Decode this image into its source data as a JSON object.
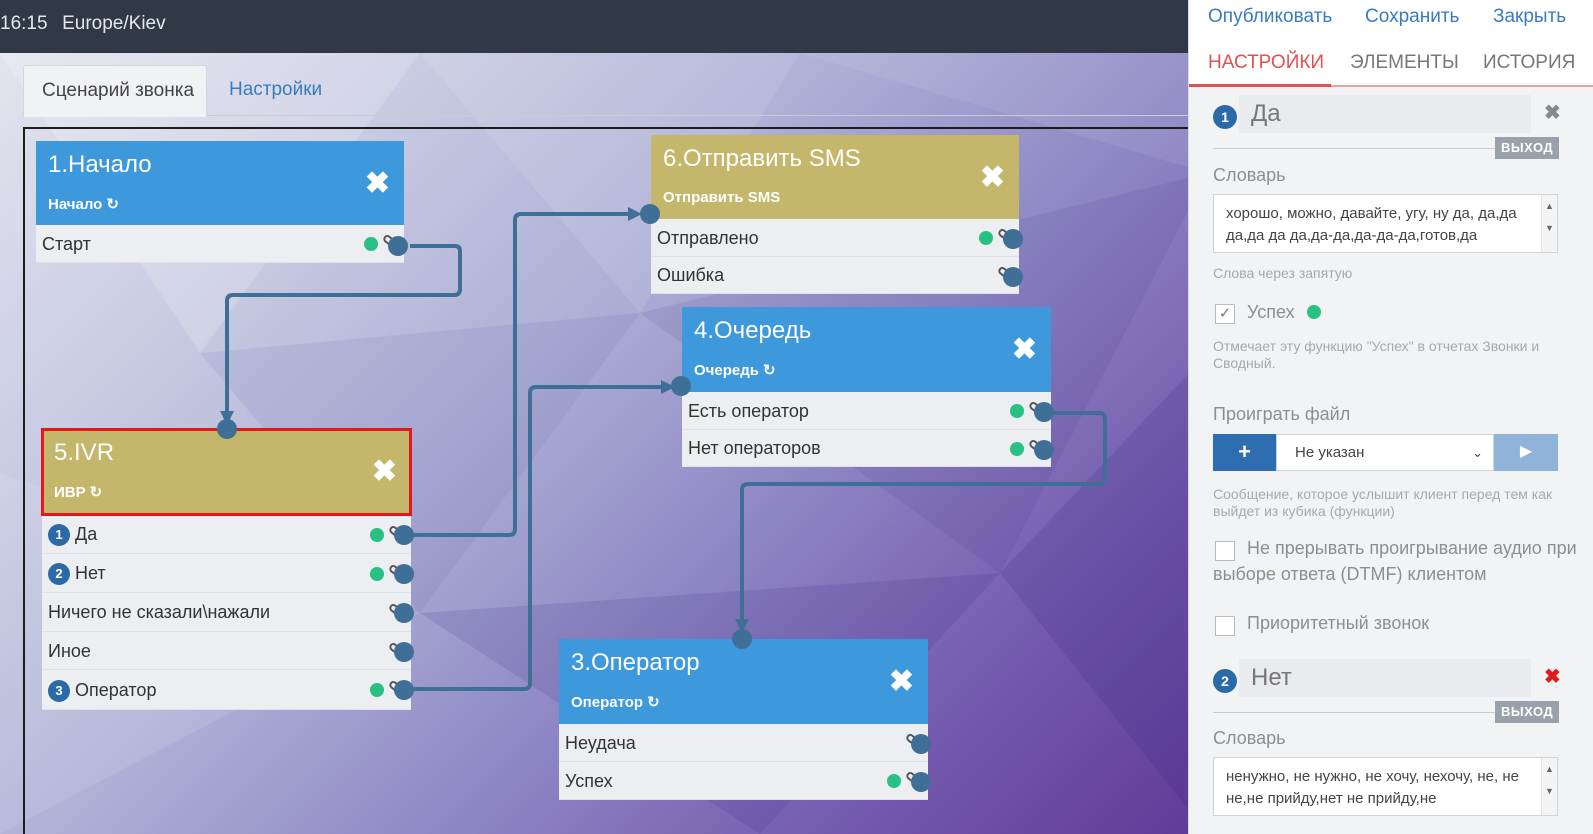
{
  "topbar": {
    "time": "16:15",
    "timezone": "Europe/Kiev"
  },
  "tabs": {
    "active": "Сценарий звонка",
    "other": "Настройки"
  },
  "nodes": {
    "start": {
      "title": "1.Начало",
      "subtitle": "Начало",
      "rows": [
        "Старт"
      ]
    },
    "sms": {
      "title": "6.Отправить SMS",
      "subtitle": "Отправить SMS",
      "rows": [
        "Отправлено",
        "Ошибка"
      ]
    },
    "queue": {
      "title": "4.Очередь",
      "subtitle": "Очередь",
      "rows": [
        "Есть оператор",
        "Нет операторов"
      ]
    },
    "ivr": {
      "title": "5.IVR",
      "subtitle": "ИВР",
      "rows": [
        {
          "num": "1",
          "label": "Да"
        },
        {
          "num": "2",
          "label": "Нет"
        },
        {
          "num": "",
          "label": "Ничего не сказали\\нажали"
        },
        {
          "num": "",
          "label": "Иное"
        },
        {
          "num": "3",
          "label": "Оператор"
        }
      ]
    },
    "operator": {
      "title": "3.Оператор",
      "subtitle": "Оператор",
      "rows": [
        "Неудача",
        "Успех"
      ]
    }
  },
  "panel": {
    "actions": {
      "publish": "Опубликовать",
      "save": "Сохранить",
      "close": "Закрыть"
    },
    "tabs": {
      "settings": "НАСТРОЙКИ",
      "elements": "ЭЛЕМЕНТЫ",
      "history": "ИСТОРИЯ"
    },
    "exit_label": "ВЫХОД",
    "item1": {
      "num": "1",
      "name": "Да",
      "dict_label": "Словарь",
      "dict_value": "хорошо, можно, давайте, угу, ну да, да,да да,да да да,да-да,да-да-да,готов,да",
      "dict_hint": "Слова через запятую",
      "success_label": "Успех",
      "success_hint": "Отмечает эту функцию \"Успех\" в отчетах Звонки и Сводный.",
      "play_label": "Проиграть файл",
      "play_select": "Не указан",
      "play_hint": "Сообщение, которое услышит клиент перед тем как выйдет из кубика (функции)",
      "no_interrupt_label": "Не прерывать проигрывание аудио при выборе ответа (DTMF) клиентом",
      "priority_label": "Приоритетный звонок"
    },
    "item2": {
      "num": "2",
      "name": "Нет",
      "dict_label": "Словарь",
      "dict_value": "ненужно, не нужно, не хочу, нехочу, не, не не,не прийду,нет не прийду,не"
    }
  },
  "colors": {
    "node_blue": "#3d98dc",
    "node_olive": "#c4b66a",
    "port": "#3f6f96",
    "wire": "#3f6f96",
    "success_dot": "#29c084",
    "accent_red": "#e05252",
    "link_blue": "#3a7bbf"
  }
}
